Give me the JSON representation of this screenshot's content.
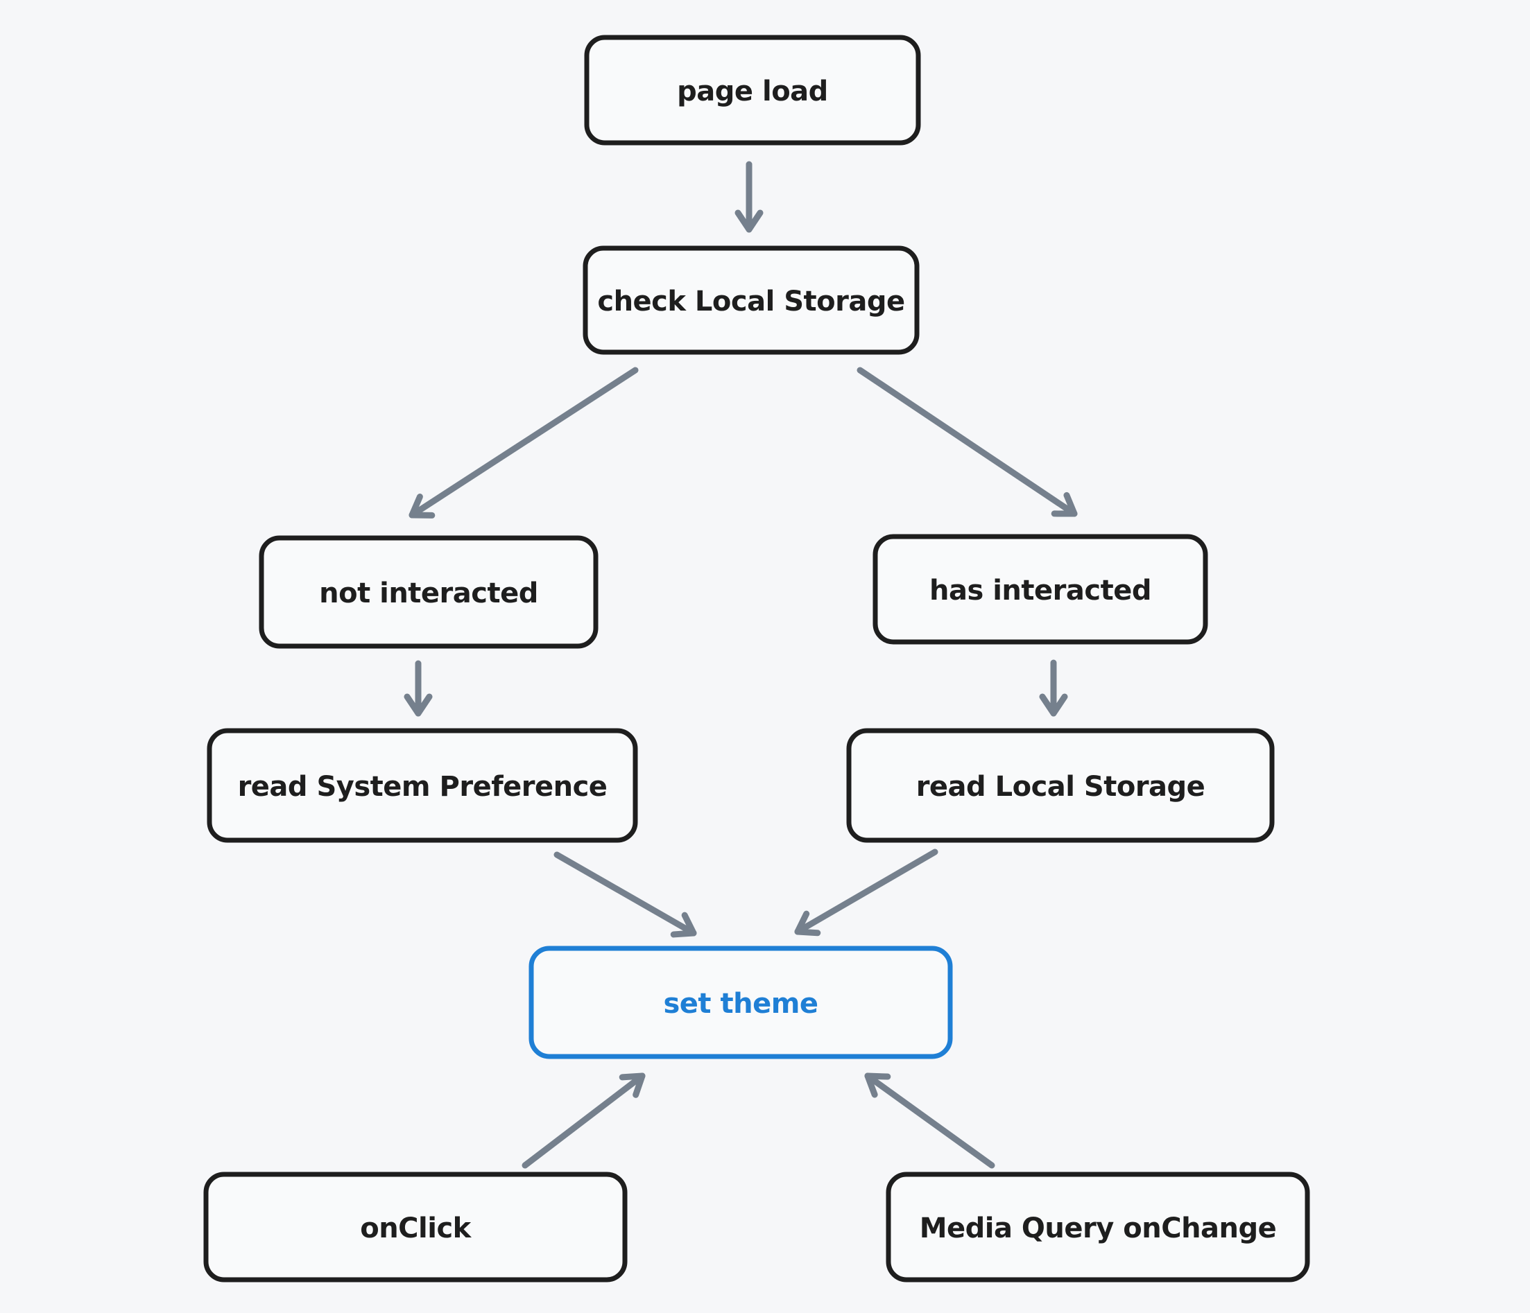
{
  "colors": {
    "background": "#f6f7f9",
    "node_stroke": "#1e1e1e",
    "node_text": "#1e1e1e",
    "accent_blue": "#1f7fd5",
    "arrow": "#75808d"
  },
  "diagram": {
    "type": "flowchart",
    "nodes": [
      {
        "id": "page-load",
        "label": "page load"
      },
      {
        "id": "check-local-storage",
        "label": "check Local Storage"
      },
      {
        "id": "not-interacted",
        "label": "not interacted"
      },
      {
        "id": "has-interacted",
        "label": "has interacted"
      },
      {
        "id": "read-system-preference",
        "label": "read System Preference"
      },
      {
        "id": "read-local-storage",
        "label": "read Local Storage"
      },
      {
        "id": "set-theme",
        "label": "set theme",
        "highlighted": true
      },
      {
        "id": "onclick",
        "label": "onClick"
      },
      {
        "id": "media-query-onchange",
        "label": "Media Query onChange"
      }
    ],
    "edges": [
      {
        "from": "page-load",
        "to": "check-local-storage"
      },
      {
        "from": "check-local-storage",
        "to": "not-interacted"
      },
      {
        "from": "check-local-storage",
        "to": "has-interacted"
      },
      {
        "from": "not-interacted",
        "to": "read-system-preference"
      },
      {
        "from": "has-interacted",
        "to": "read-local-storage"
      },
      {
        "from": "read-system-preference",
        "to": "set-theme"
      },
      {
        "from": "read-local-storage",
        "to": "set-theme"
      },
      {
        "from": "onclick",
        "to": "set-theme"
      },
      {
        "from": "media-query-onchange",
        "to": "set-theme"
      }
    ]
  }
}
